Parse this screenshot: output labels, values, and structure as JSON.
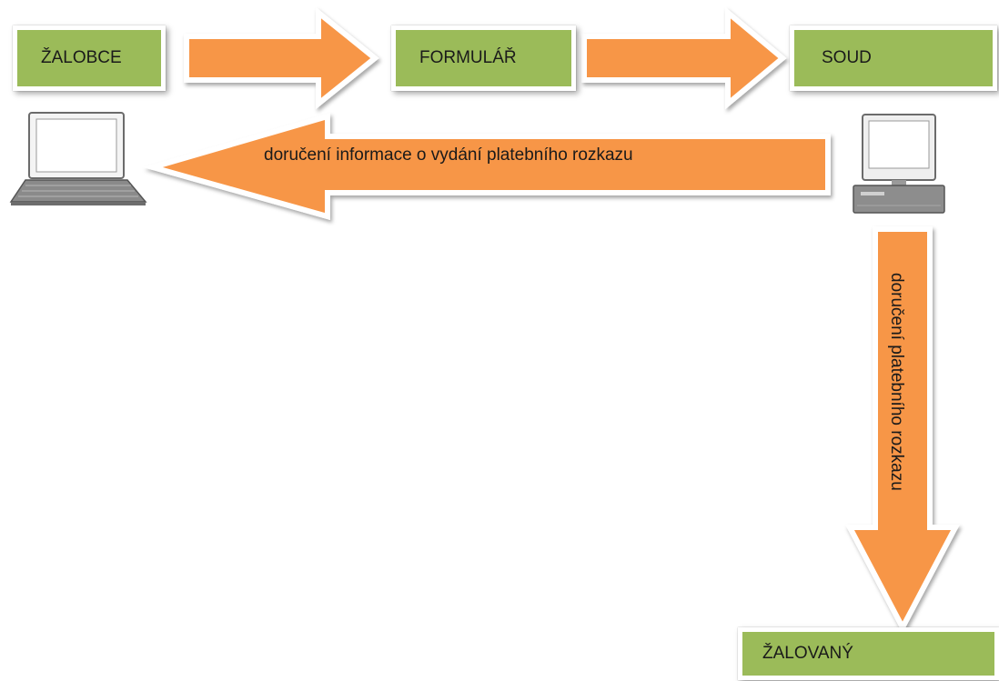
{
  "nodes": {
    "plaintiff": "ŽALOBCE",
    "form": "FORMULÁŘ",
    "court": "SOUD",
    "defendant": "ŽALOVANÝ"
  },
  "arrows": {
    "back_label": "doručení informace o vydání platebního rozkazu",
    "down_label": "doručení platebního rozkazu"
  },
  "icons": {
    "plaintiff_device": "laptop-icon",
    "court_device": "desktop-computer-icon"
  },
  "colors": {
    "box_fill": "#9bbb59",
    "arrow_fill": "#f79646"
  }
}
